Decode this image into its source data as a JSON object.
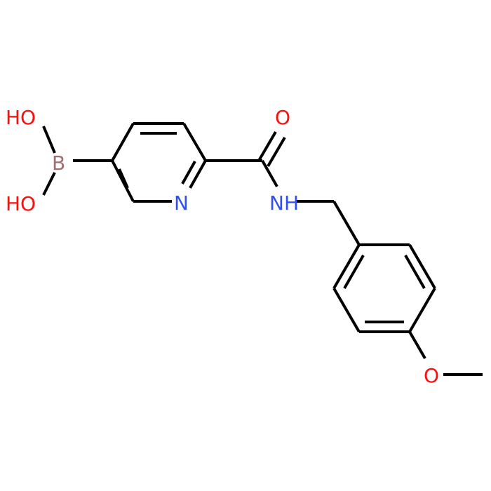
{
  "colors": {
    "background": "#ffffff",
    "bond": "#000000",
    "oxygen": "#ff0d0d",
    "nitrogen": "#2f50f7",
    "boron": "#a07070"
  },
  "atoms": {
    "OH_top": "HO",
    "B": "B",
    "OH_bottom": "HO",
    "N_ring": "N",
    "O_carbonyl": "O",
    "NH": "NH",
    "O_methoxy": "O"
  }
}
